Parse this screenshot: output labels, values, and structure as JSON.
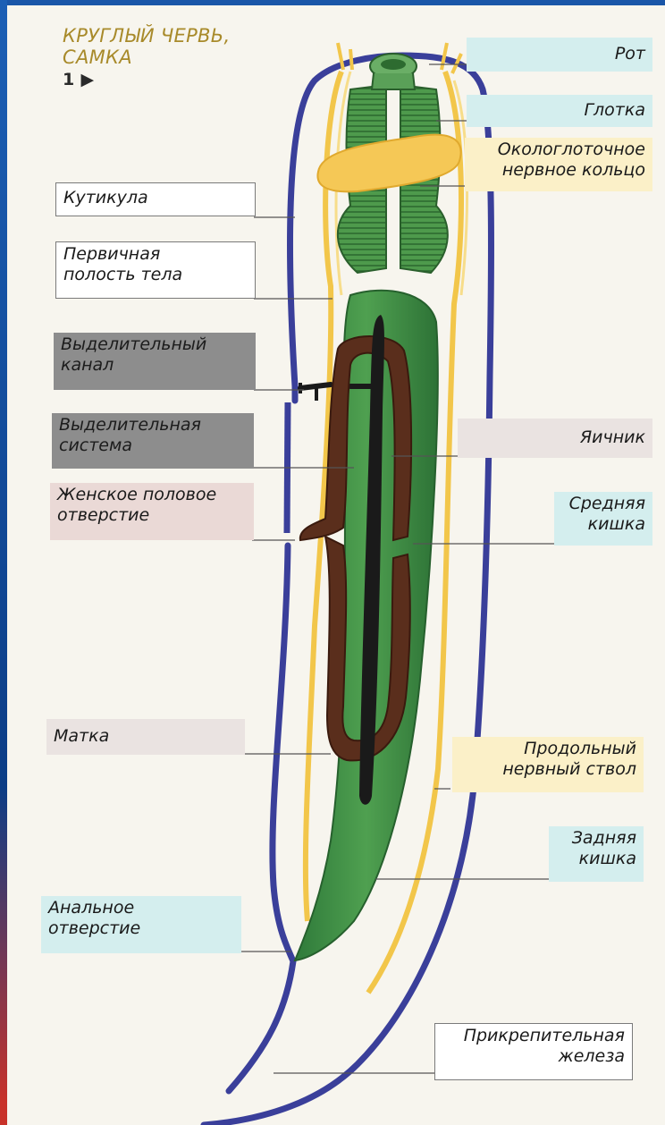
{
  "title": {
    "line1": "КРУГЛЫЙ ЧЕРВЬ,",
    "line2": "САМКА",
    "number": "1"
  },
  "labels": {
    "mouth": "Рот",
    "pharynx": "Глотка",
    "nerve_ring": [
      "Окологлоточное",
      "нервное кольцо"
    ],
    "cuticle": "Кутикула",
    "body_cavity": [
      "Первичная",
      "полость тела"
    ],
    "excretory_canal": [
      "Выделительный",
      "канал"
    ],
    "excretory_system": [
      "Выделительная",
      "система"
    ],
    "ovary": "Яичник",
    "female_opening": [
      "Женское половое",
      "отверстие"
    ],
    "midgut": [
      "Средняя",
      "кишка"
    ],
    "uterus": "Матка",
    "nerve_cord": [
      "Продольный",
      "нервный ствол"
    ],
    "hindgut": [
      "Задняя",
      "кишка"
    ],
    "anus": [
      "Анальное",
      "отверстие"
    ],
    "gland": [
      "Прикрепительная",
      "железа"
    ]
  },
  "colors": {
    "cuticle": "#3a3f9a",
    "nerve": "#f2c64a",
    "gut": "#3f8f45",
    "uterus": "#5a2e1c",
    "nerve_cord": "#1a1a1a"
  }
}
